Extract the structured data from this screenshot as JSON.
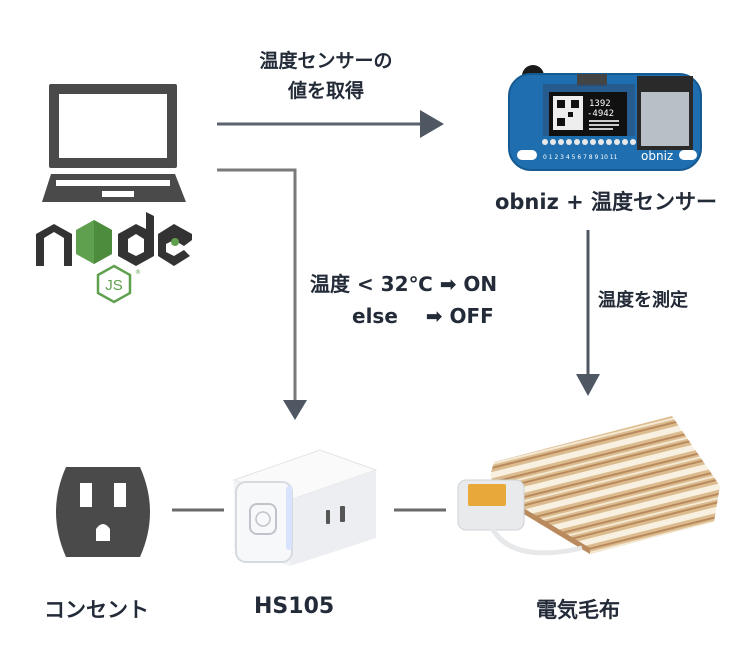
{
  "diagram": {
    "edges": {
      "get_value": {
        "line1": "温度センサーの",
        "line2": "値を取得"
      },
      "condition": {
        "line1": "温度 < 32℃ ➡ ON",
        "line2": "else    ➡ OFF"
      },
      "measure": {
        "label": "温度を測定"
      }
    },
    "nodes": {
      "pc": {
        "logo": "node",
        "logo_sub": "JS"
      },
      "obniz": {
        "label": "obniz + 温度センサー",
        "brand": "obniz",
        "pins": "0 1 2 3 4 5 6 7 8 9 10 11",
        "oled_line1": "1392",
        "oled_line2": "-4942"
      },
      "outlet": {
        "label": "コンセント"
      },
      "hs105": {
        "label": "HS105"
      },
      "blanket": {
        "label": "電気毛布"
      }
    },
    "colors": {
      "text": "#232b38",
      "arrow": "#4f5763",
      "icon": "#4a4a4a",
      "node_green": "#5fa04e",
      "board_blue": "#1f6fb0"
    }
  }
}
